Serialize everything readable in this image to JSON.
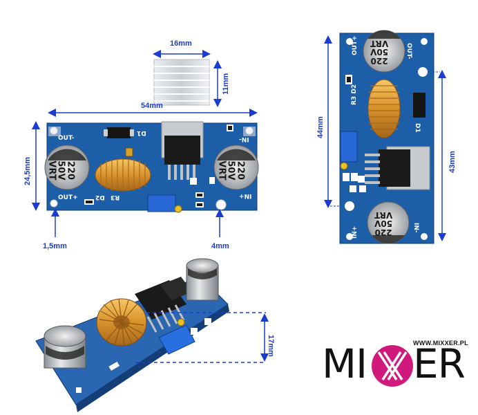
{
  "dimensions": {
    "heatsink_width": "16mm",
    "heatsink_height": "11mm",
    "board_length": "54mm",
    "board_width": "24,5mm",
    "hole_diameter": "1,5mm",
    "hole_offset": "4mm",
    "vertical_44": "44mm",
    "vertical_43": "43mm",
    "board_height": "17mm"
  },
  "pcb_labels": {
    "out_minus": "OUT-",
    "out_plus": "OUT+",
    "in_minus": "IN-",
    "in_plus": "IN+",
    "d1": "D1",
    "d2": "D2",
    "r3": "R3",
    "r3_d2": "R3 D2"
  },
  "capacitor": {
    "line1": "220",
    "line2": "50V",
    "line3": "VRT"
  },
  "brand": {
    "url": "WWW.MIXXER.PL",
    "left": "MI",
    "right": "ER"
  },
  "colors": {
    "dimension_blue": "#1a3ccf",
    "pcb_blue": "#1d5ea8",
    "coil_copper": "#e3a12d",
    "brand_magenta": "#d1187c"
  }
}
